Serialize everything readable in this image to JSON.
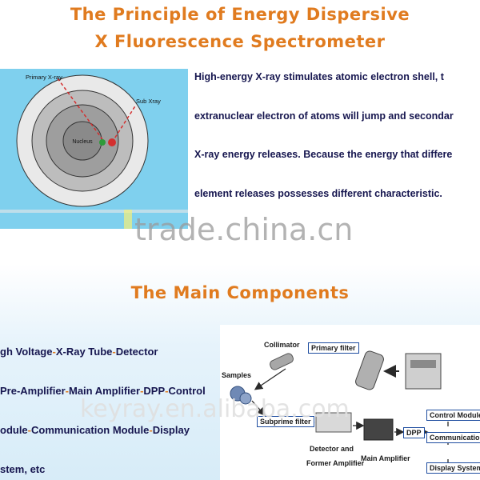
{
  "header": {
    "title_line1": "The Principle of Energy Dispersive",
    "title_line2": "X Fluorescence Spectrometer"
  },
  "atom_diagram": {
    "primary_label": "Primary X-ray",
    "sub_label": "Sub Xray",
    "nucleus_label": "Nucleus",
    "colors": {
      "background": "#7fd0ee",
      "outer_ring": "#e8e8e8",
      "mid_ring": "#9e9e9e",
      "nucleus": "#8a8a8a",
      "ray": "#d32f2f"
    }
  },
  "principle": {
    "lines": [
      "High-energy X-ray stimulates atomic electron shell, t",
      "extranuclear electron of atoms will jump and secondar",
      "X-ray energy releases. Because the energy that differe",
      "element releases possesses different characteristic."
    ]
  },
  "watermarks": {
    "top": "trade.china.cn",
    "bottom": "keyray.en.alibaba.com"
  },
  "components": {
    "heading": "The Main Components",
    "lines": [
      [
        "gh Voltage",
        "X-Ray Tube",
        "Detector"
      ],
      [
        "Pre-Amplifier",
        "Main Amplifier",
        "DPP",
        "Control"
      ],
      [
        "odule",
        "Communication Module",
        "Display"
      ],
      [
        "stem, etc"
      ]
    ],
    "separator": "-"
  },
  "flow_diagram": {
    "collimator": "Collimator",
    "primary_filter": "Primary filter",
    "samples": "Samples",
    "subprime_filter": "Subprime filter",
    "detector": "Detector and",
    "former_amp": "Former Amplifier",
    "main_amp": "Main Amplifier",
    "dpp": "DPP",
    "control_module": "Control Module",
    "communication_module": "Communication Mo",
    "display_system": "Display System"
  },
  "colors": {
    "title": "#e07b1f",
    "body_text": "#16164f",
    "box_border": "#1f4ea0",
    "arrow": "#2a2a2a"
  }
}
